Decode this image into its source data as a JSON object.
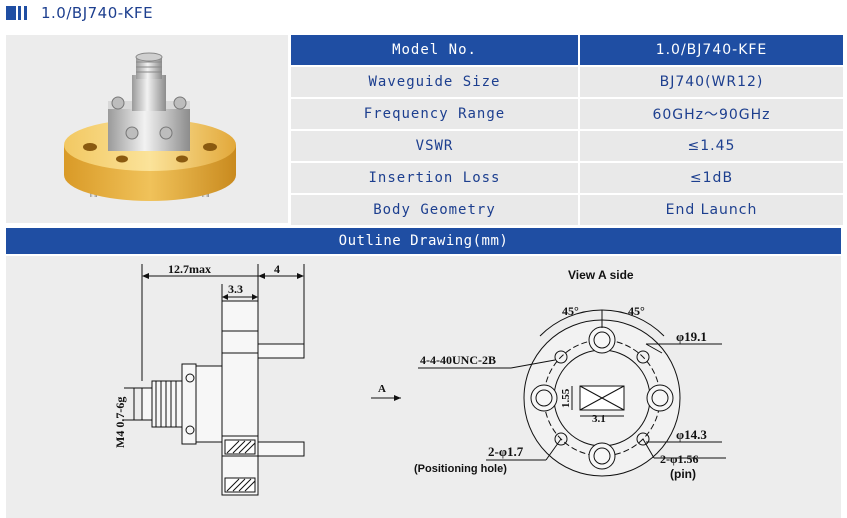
{
  "header": {
    "title": "1.0/BJ740-KFE"
  },
  "spec": {
    "head_key": "Model No.",
    "head_value": "1.0/BJ740-KFE",
    "rows": [
      {
        "key": "Waveguide Size",
        "value": "BJ740(WR12)"
      },
      {
        "key": "Frequency Range",
        "value": "60GHz～90GHz"
      },
      {
        "key": "VSWR",
        "value": "≤1.45"
      },
      {
        "key": "Insertion Loss",
        "value": "≤1dB"
      },
      {
        "key": "Body Geometry",
        "value": "End Launch"
      }
    ]
  },
  "outline": {
    "title": "Outline Drawing(mm)"
  },
  "side_view": {
    "dim_length": "12.7max",
    "dim_pin": "4",
    "dim_flange": "3.3",
    "thread": "M4 0.7-6g"
  },
  "front_view": {
    "view_label": "View A side",
    "arrow_label": "A",
    "angle_left": "45°",
    "angle_right": "45°",
    "outer_dia": "φ19.1",
    "bolt_circle": "φ14.3",
    "screw_holes": "4-4-40UNC-2B",
    "pos_hole": "2-φ1.7",
    "pos_hole_note": "(Positioning hole)",
    "pin": "2-φ1.56",
    "pin_note": "(pin)",
    "wg_height": "1.55",
    "wg_width": "3.1"
  },
  "colors": {
    "brand_blue": "#1f4ea3",
    "cell_gray": "#e9e9e9",
    "gold": "#e0a82a"
  }
}
